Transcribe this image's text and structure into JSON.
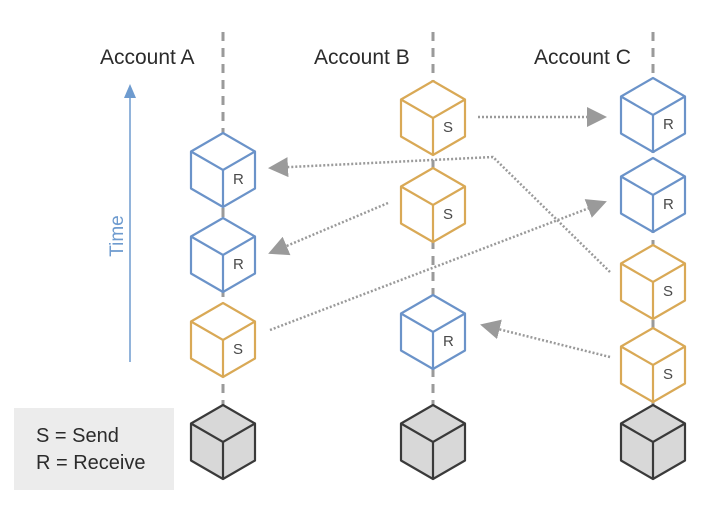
{
  "title": "Block lattice: account chains with send/receive blocks",
  "colors": {
    "send": "#d9a956",
    "receive": "#6b93c9",
    "genesis_stroke": "#3a3a3a",
    "genesis_fill": "#d8d8d8",
    "chain_line": "#9a9a9a",
    "transfer_arrow": "#9a9a9a",
    "time_axis": "#6e9bcf",
    "legend_bg": "#ececec"
  },
  "time_axis": {
    "label": "Time",
    "direction": "up"
  },
  "accounts": [
    {
      "id": "A",
      "label": "Account A",
      "blocks": [
        {
          "type": "genesis",
          "letter": ""
        },
        {
          "type": "send",
          "letter": "S"
        },
        {
          "type": "receive",
          "letter": "R"
        },
        {
          "type": "receive",
          "letter": "R"
        }
      ]
    },
    {
      "id": "B",
      "label": "Account B",
      "blocks": [
        {
          "type": "genesis",
          "letter": ""
        },
        {
          "type": "receive",
          "letter": "R"
        },
        {
          "type": "send",
          "letter": "S"
        },
        {
          "type": "send",
          "letter": "S"
        }
      ]
    },
    {
      "id": "C",
      "label": "Account C",
      "blocks": [
        {
          "type": "genesis",
          "letter": ""
        },
        {
          "type": "send",
          "letter": "S"
        },
        {
          "type": "send",
          "letter": "S"
        },
        {
          "type": "receive",
          "letter": "R"
        },
        {
          "type": "receive",
          "letter": "R"
        }
      ]
    }
  ],
  "transfers": [
    {
      "from": "B-send-top",
      "to": "C-receive-top"
    },
    {
      "from": "A-send",
      "to": "C-receive-2"
    },
    {
      "from": "B-send-2",
      "to": "A-receive-2"
    },
    {
      "from": "C-send-2",
      "to": "A-receive-top"
    },
    {
      "from": "C-send-1",
      "to": "B-receive"
    }
  ],
  "legend": {
    "lines": [
      "S = Send",
      "R = Receive"
    ]
  }
}
